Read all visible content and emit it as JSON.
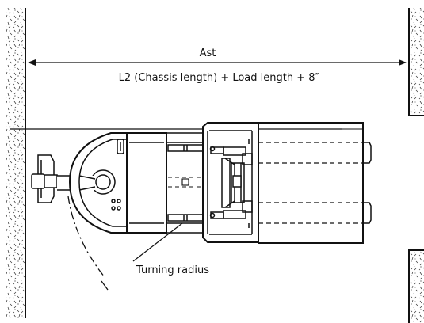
{
  "dimension": {
    "ast_label": "Ast",
    "formula_label": "L2 (Chassis length) + Load length + 8″"
  },
  "annotation": {
    "turning_label": "Turning radius"
  },
  "colors": {
    "line": "#111111",
    "background": "#ffffff"
  }
}
